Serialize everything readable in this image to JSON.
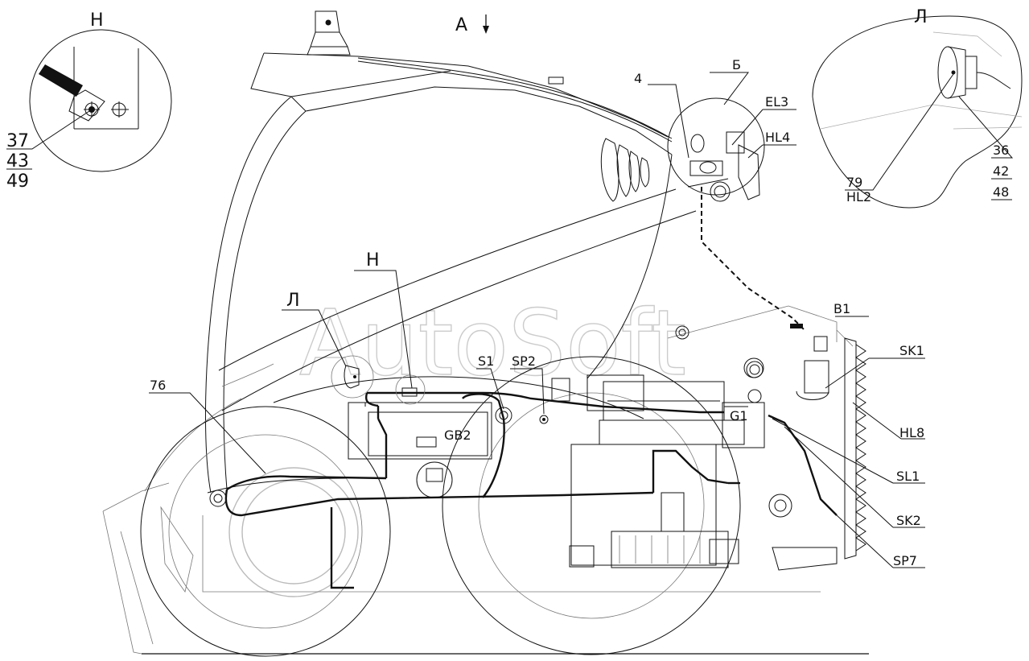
{
  "watermark": "AutoSoft",
  "views": {
    "arrow_view": "А",
    "detail_n": "Н",
    "detail_l": "Л",
    "detail_b": "Б"
  },
  "callouts": {
    "c4": "4",
    "c76": "76",
    "n_mark": "Н",
    "l_mark": "Л",
    "s1": "S1",
    "sp2": "SP2",
    "gb2": "GB2",
    "g1": "G1",
    "el3": "EL3",
    "hl4": "HL4",
    "b1": "B1",
    "sk1": "SK1",
    "hl8": "HL8",
    "sl1": "SL1",
    "sk2": "SK2",
    "sp7": "SP7",
    "n37": "37",
    "n43": "43",
    "n49": "49",
    "l36": "36",
    "l42": "42",
    "l48": "48",
    "l79": "79",
    "hl2": "HL2"
  }
}
